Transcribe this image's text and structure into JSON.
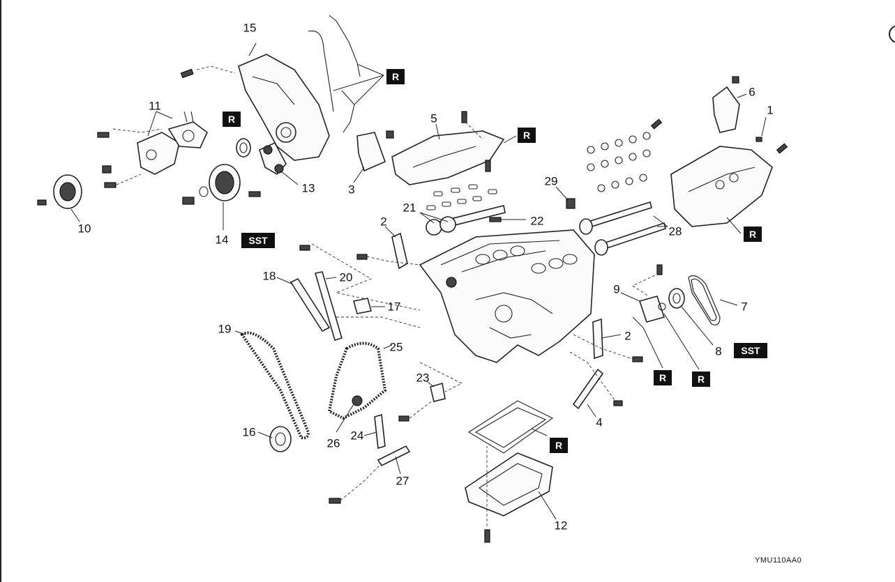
{
  "figure": {
    "code": "YMU110AA0",
    "badges": {
      "r": "R",
      "sst": "SST"
    },
    "callouts": [
      {
        "id": "c1",
        "label": "1"
      },
      {
        "id": "c2a",
        "label": "2"
      },
      {
        "id": "c2b",
        "label": "2"
      },
      {
        "id": "c3",
        "label": "3"
      },
      {
        "id": "c4",
        "label": "4"
      },
      {
        "id": "c5",
        "label": "5"
      },
      {
        "id": "c6",
        "label": "6"
      },
      {
        "id": "c7",
        "label": "7"
      },
      {
        "id": "c8",
        "label": "8"
      },
      {
        "id": "c9",
        "label": "9"
      },
      {
        "id": "c10",
        "label": "10"
      },
      {
        "id": "c11",
        "label": "11"
      },
      {
        "id": "c12",
        "label": "12"
      },
      {
        "id": "c13",
        "label": "13"
      },
      {
        "id": "c14",
        "label": "14"
      },
      {
        "id": "c15",
        "label": "15"
      },
      {
        "id": "c16",
        "label": "16"
      },
      {
        "id": "c17",
        "label": "17"
      },
      {
        "id": "c18",
        "label": "18"
      },
      {
        "id": "c19",
        "label": "19"
      },
      {
        "id": "c20",
        "label": "20"
      },
      {
        "id": "c21",
        "label": "21"
      },
      {
        "id": "c22",
        "label": "22"
      },
      {
        "id": "c23",
        "label": "23"
      },
      {
        "id": "c24",
        "label": "24"
      },
      {
        "id": "c25",
        "label": "25"
      },
      {
        "id": "c26",
        "label": "26"
      },
      {
        "id": "c27",
        "label": "27"
      },
      {
        "id": "c28",
        "label": "28"
      },
      {
        "id": "c29",
        "label": "29"
      }
    ]
  }
}
